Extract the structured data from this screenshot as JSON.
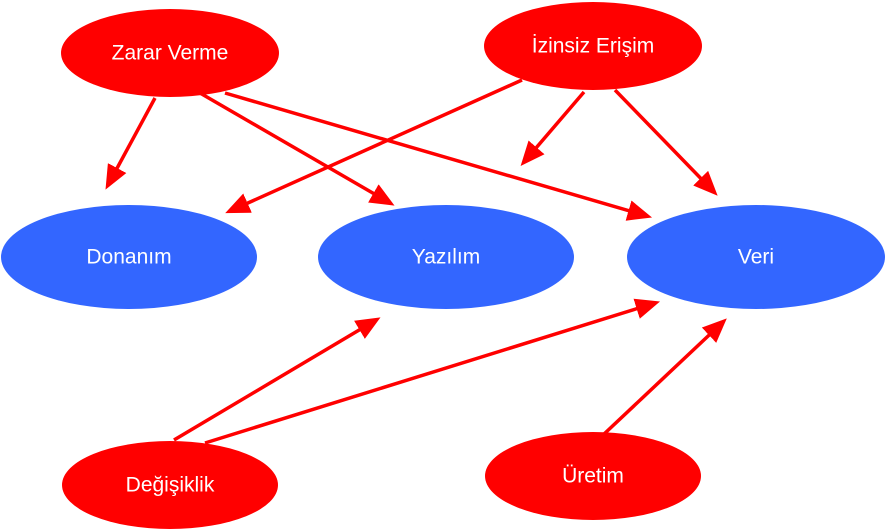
{
  "diagram": {
    "colors": {
      "threat": "#ff0000",
      "asset": "#3366ff",
      "arrow": "#ff0000",
      "label": "#ffffff"
    },
    "nodes": {
      "zarar_verme": {
        "label": "Zarar Verme",
        "kind": "threat"
      },
      "izinsiz_erisim": {
        "label": "İzinsiz Erişim",
        "kind": "threat"
      },
      "donanim": {
        "label": "Donanım",
        "kind": "asset"
      },
      "yazilim": {
        "label": "Yazılım",
        "kind": "asset"
      },
      "veri": {
        "label": "Veri",
        "kind": "asset"
      },
      "degisiklik": {
        "label": "Değişiklik",
        "kind": "threat"
      },
      "uretim": {
        "label": "Üretim",
        "kind": "threat"
      }
    },
    "edges": [
      {
        "from": "zarar_verme",
        "to": "donanim"
      },
      {
        "from": "zarar_verme",
        "to": "yazilim"
      },
      {
        "from": "zarar_verme",
        "to": "veri"
      },
      {
        "from": "izinsiz_erisim",
        "to": "donanim"
      },
      {
        "from": "izinsiz_erisim",
        "to": "yazilim"
      },
      {
        "from": "izinsiz_erisim",
        "to": "veri"
      },
      {
        "from": "degisiklik",
        "to": "yazilim"
      },
      {
        "from": "degisiklik",
        "to": "veri"
      },
      {
        "from": "uretim",
        "to": "veri"
      }
    ]
  }
}
